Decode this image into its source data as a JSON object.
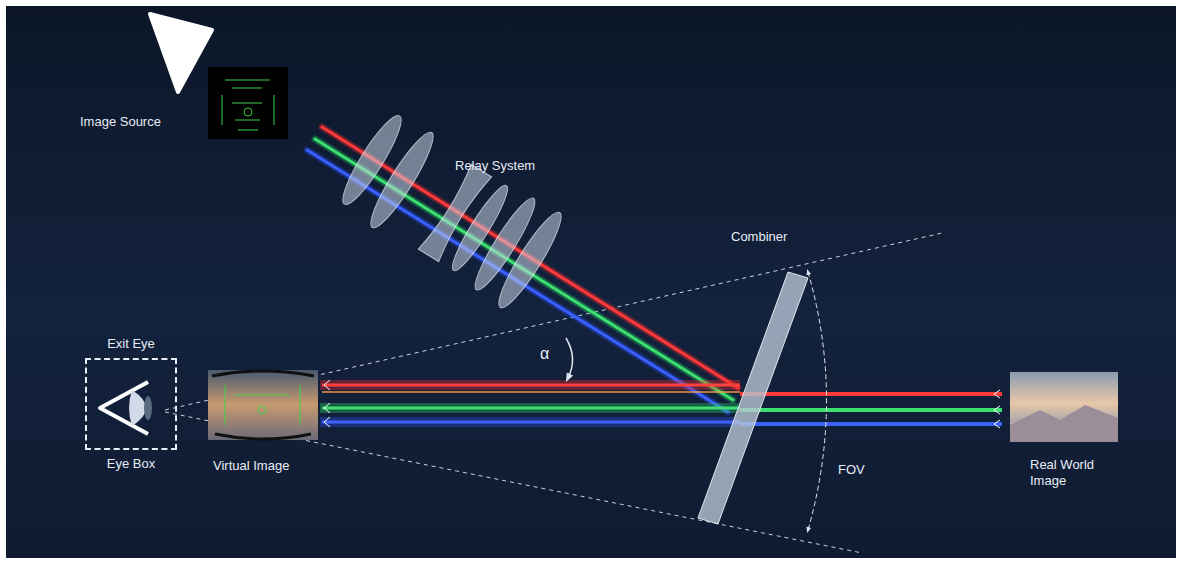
{
  "diagram": {
    "nodes": [
      {
        "text": [
          "Exit Eye",
          "Eye Box"
        ]
      }
    ],
    "labels": [
      "Image Source",
      "Relay System",
      "Combiner",
      "α",
      "Virtual Image",
      "FOV",
      "Real World Image"
    ]
  }
}
